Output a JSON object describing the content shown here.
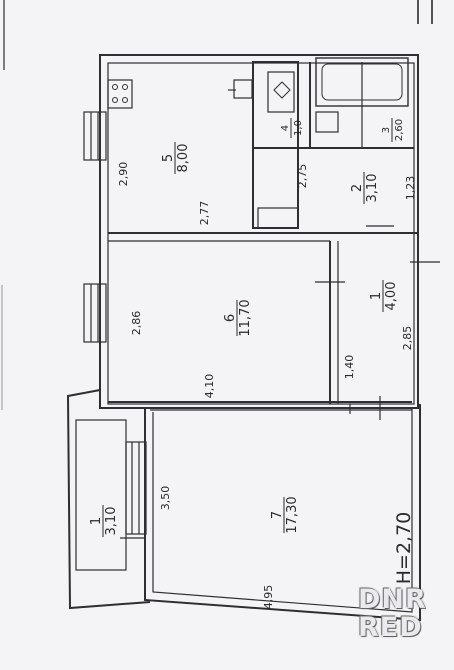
{
  "rooms": {
    "room5": {
      "num": "5",
      "area": "8,00"
    },
    "room6": {
      "num": "6",
      "area": "11,70"
    },
    "room7": {
      "num": "7",
      "area": "17,30"
    },
    "room1_hall": {
      "num": "1",
      "area": "4,00"
    },
    "room1_balcony": {
      "num": "1",
      "area": "3,10"
    },
    "room2": {
      "num": "2",
      "area": "3,10"
    },
    "room3": {
      "num": "3",
      "area": "2,60"
    },
    "room4": {
      "num": "4",
      "area": "1,0"
    }
  },
  "dimensions": {
    "d_2_90": "2,90",
    "d_2_77": "2,77",
    "d_2_75": "2,75",
    "d_1_23": "1,23",
    "d_2_86": "2,86",
    "d_4_10": "4,10",
    "d_1_40": "1,40",
    "d_2_85": "2,85",
    "d_3_50": "3,50",
    "d_4_95": "4,95"
  },
  "height_label": "H=2,70",
  "watermark": {
    "line1": "DNR",
    "line2": "RED"
  }
}
